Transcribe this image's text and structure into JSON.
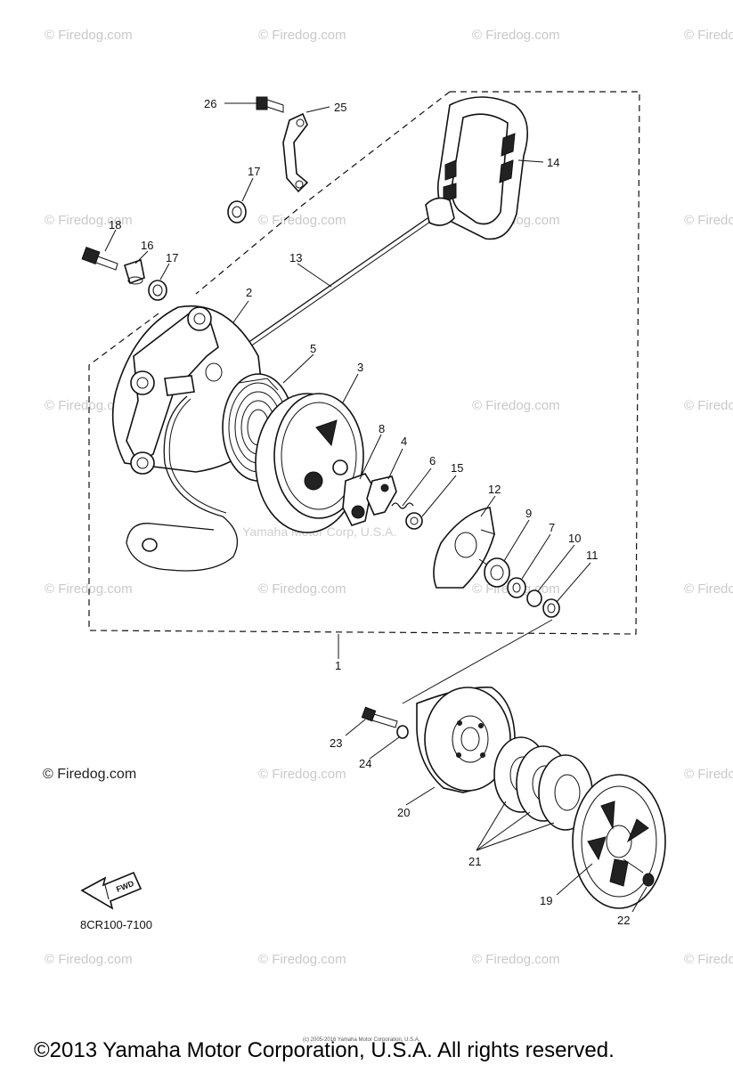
{
  "watermark": "© Firedog.com",
  "center_watermark": "Yamaha Motor Corp, U.S.A.",
  "assembly_code": "8CR100-7100",
  "fwd_label": "FWD",
  "small_print": "(c) 2005-2016 Yamaha Motor Corporation, U.S.A.",
  "copyright": "©2013 Yamaha Motor Corporation, U.S.A. All rights reserved.",
  "callouts": {
    "c1": "1",
    "c2": "2",
    "c3": "3",
    "c4": "4",
    "c5": "5",
    "c6": "6",
    "c7": "7",
    "c8": "8",
    "c9": "9",
    "c10": "10",
    "c11": "11",
    "c12": "12",
    "c13": "13",
    "c14": "14",
    "c15": "15",
    "c16": "16",
    "c17a": "17",
    "c17b": "17",
    "c18": "18",
    "c19": "19",
    "c20": "20",
    "c21": "21",
    "c22": "22",
    "c23": "23",
    "c24": "24",
    "c25": "25",
    "c26": "26"
  }
}
